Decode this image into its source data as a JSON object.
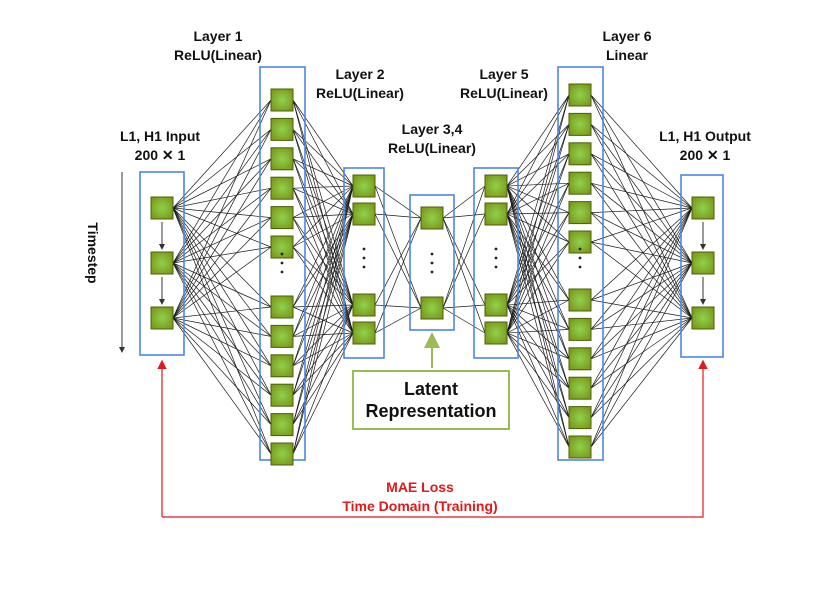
{
  "layers": {
    "input": {
      "line1": "L1, H1 Input",
      "line2": "200 ✕ 1"
    },
    "layer1": {
      "line1": "Layer 1",
      "line2": "ReLU(Linear)"
    },
    "layer2": {
      "line1": "Layer 2",
      "line2": "ReLU(Linear)"
    },
    "layer34": {
      "line1": "Layer 3,4",
      "line2": "ReLU(Linear)"
    },
    "layer5": {
      "line1": "Layer 5",
      "line2": "ReLU(Linear)"
    },
    "layer6": {
      "line1": "Layer 6",
      "line2": "Linear"
    },
    "output": {
      "line1": "L1, H1 Output",
      "line2": "200 ✕ 1"
    }
  },
  "latent": {
    "line1": "Latent",
    "line2": "Representation"
  },
  "loss": {
    "line1": "MAE Loss",
    "line2": "Time Domain (Training)"
  },
  "timestep_label": "Timestep",
  "colors": {
    "layer_border": "#4a86e8",
    "node_fill_center": "#8fd14f",
    "node_fill_edge": "#7a9a18",
    "node_border": "#4d5e0d",
    "latent_border": "#9bbb59",
    "loss": "#e0191b"
  }
}
